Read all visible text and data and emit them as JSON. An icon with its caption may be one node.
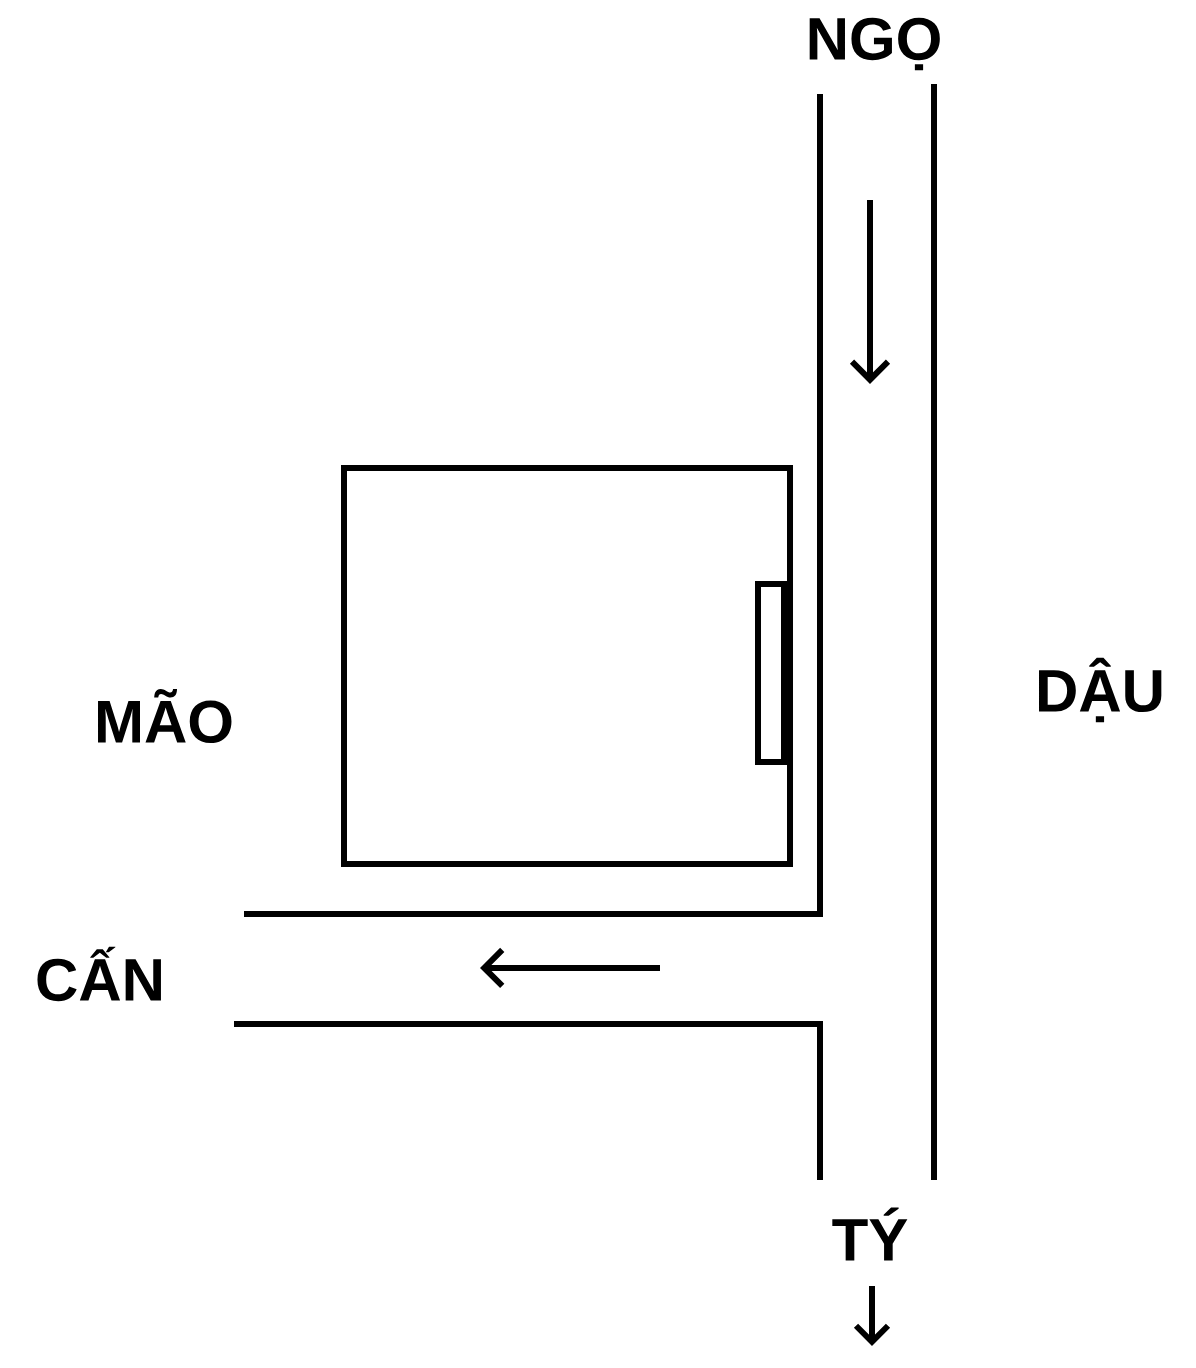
{
  "diagram": {
    "labels": [
      "NGỌ",
      "DẬU",
      "MÃO",
      "CẤN",
      "TÝ"
    ]
  }
}
